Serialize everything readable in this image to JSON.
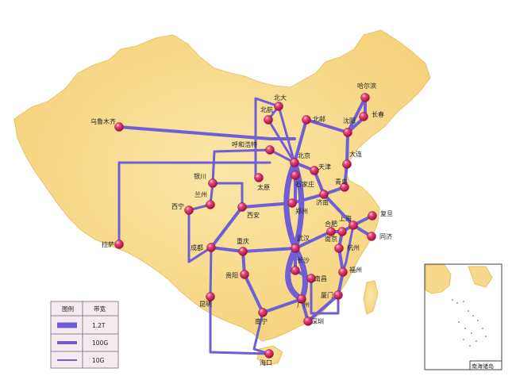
{
  "map": {
    "land_color": "#f6d98a",
    "line_color": "#6f5ed6",
    "node_color": "#d8336b",
    "islands_label": "南海诸岛"
  },
  "legend": {
    "col_symbol": "图例",
    "col_bandwidth": "带宽",
    "rows": [
      {
        "label": "1.2T"
      },
      {
        "label": "100G"
      },
      {
        "label": "10G"
      }
    ]
  },
  "nodes": [
    {
      "id": "wulumuqi",
      "label": "乌鲁木齐"
    },
    {
      "id": "lasa",
      "label": "拉萨"
    },
    {
      "id": "xining",
      "label": "西宁"
    },
    {
      "id": "lanzhou",
      "label": "兰州"
    },
    {
      "id": "yinchuan",
      "label": "银川"
    },
    {
      "id": "huhehaote",
      "label": "呼和浩特"
    },
    {
      "id": "beida",
      "label": "北大"
    },
    {
      "id": "beihang",
      "label": "北航"
    },
    {
      "id": "beiyou",
      "label": "北邮"
    },
    {
      "id": "beijing",
      "label": "北京"
    },
    {
      "id": "tianjin",
      "label": "天津"
    },
    {
      "id": "shijiazhuang",
      "label": "石家庄"
    },
    {
      "id": "taiyuan",
      "label": "太原"
    },
    {
      "id": "jinan",
      "label": "济南"
    },
    {
      "id": "qingdao",
      "label": "青岛"
    },
    {
      "id": "dalian",
      "label": "大连"
    },
    {
      "id": "shenyang",
      "label": "沈阳"
    },
    {
      "id": "changchun",
      "label": "长春"
    },
    {
      "id": "haerbin",
      "label": "哈尔滨"
    },
    {
      "id": "xian",
      "label": "西安"
    },
    {
      "id": "zhengzhou",
      "label": "郑州"
    },
    {
      "id": "wuhan",
      "label": "武汉"
    },
    {
      "id": "hefei",
      "label": "合肥"
    },
    {
      "id": "nanjing",
      "label": "南京"
    },
    {
      "id": "shanghai",
      "label": "上海"
    },
    {
      "id": "fudan",
      "label": "复旦"
    },
    {
      "id": "tongji",
      "label": "同济"
    },
    {
      "id": "hangzhou",
      "label": "杭州"
    },
    {
      "id": "fuzhou",
      "label": "福州"
    },
    {
      "id": "xiamen",
      "label": "厦门"
    },
    {
      "id": "chengdu",
      "label": "成都"
    },
    {
      "id": "chongqing",
      "label": "重庆"
    },
    {
      "id": "guiyang",
      "label": "贵阳"
    },
    {
      "id": "changsha",
      "label": "长沙"
    },
    {
      "id": "nanchang",
      "label": "南昌"
    },
    {
      "id": "kunming",
      "label": "昆明"
    },
    {
      "id": "nanning",
      "label": "南宁"
    },
    {
      "id": "guangzhou",
      "label": "广州"
    },
    {
      "id": "shenzhen",
      "label": "深圳"
    },
    {
      "id": "haikou",
      "label": "海口"
    }
  ]
}
